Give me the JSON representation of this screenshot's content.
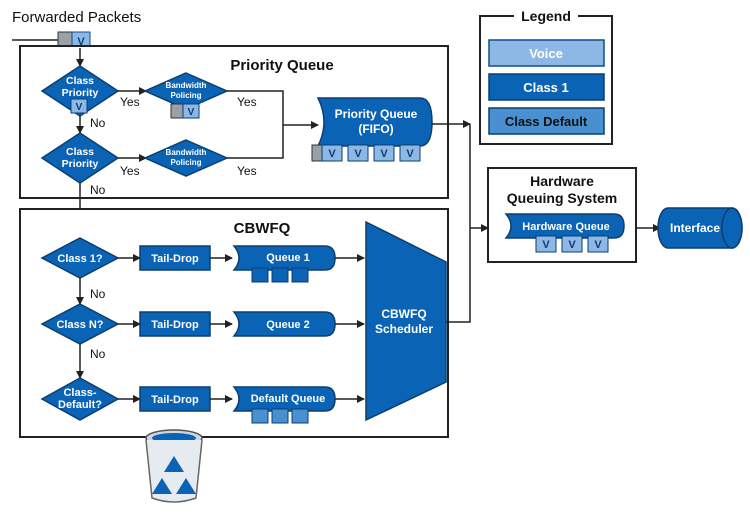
{
  "header": {
    "title": "Forwarded Packets"
  },
  "packet_marker": "V",
  "legend": {
    "title": "Legend",
    "items": [
      {
        "label": "Voice",
        "color": "#8db8e6"
      },
      {
        "label": "Class 1",
        "color": "#0b63b5"
      },
      {
        "label": "Class Default",
        "color": "#4a8fd0"
      }
    ]
  },
  "priority_section": {
    "title": "Priority Queue",
    "decision_1": "Class Priority",
    "decision_2": "Class Priority",
    "policer": "Bandwidth Policing",
    "queue_label": "Priority Queue (FIFO)",
    "yes": "Yes",
    "no": "No"
  },
  "cbwfq_section": {
    "title": "CBWFQ",
    "rows": [
      {
        "decision": "Class 1?",
        "drop": "Tail-Drop",
        "queue": "Queue 1"
      },
      {
        "decision": "Class N?",
        "drop": "Tail-Drop",
        "queue": "Queue 2"
      },
      {
        "decision": "Class-Default?",
        "drop": "Tail-Drop",
        "queue": "Default Queue"
      }
    ],
    "no": "No",
    "scheduler": "CBWFQ Scheduler"
  },
  "hardware": {
    "title": "Hardware Queuing System",
    "queue_label": "Hardware Queue",
    "interface": "Interface"
  },
  "colors": {
    "primary": "#0b63b5",
    "voice": "#8db8e6",
    "default": "#4a8fd0",
    "box_border": "#222222"
  }
}
